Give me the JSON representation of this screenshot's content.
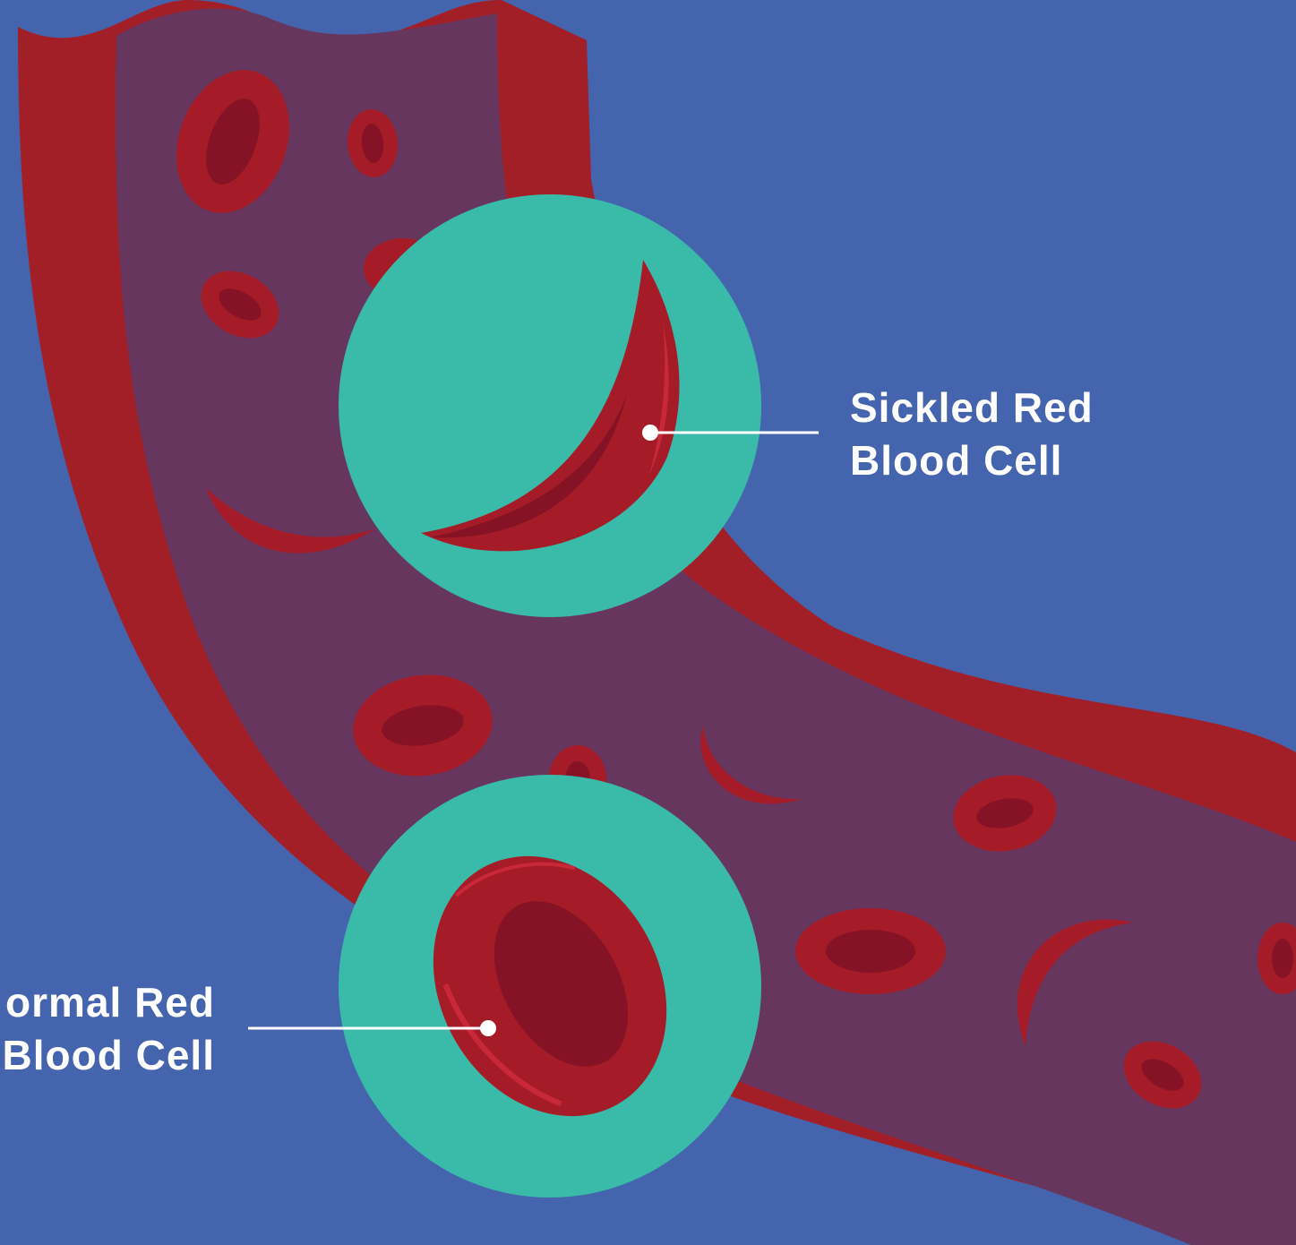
{
  "colors": {
    "background": "#4564ae",
    "vessel_wall": "#a31f27",
    "vessel_lumen": "#67365e",
    "cell_body": "#a51c28",
    "cell_dark": "#851325",
    "cell_highlight": "#c9283a",
    "magnifier": "#3abbaa",
    "label_text": "#ffffff",
    "leader_line": "#ffffff"
  },
  "labels": {
    "sickled": {
      "line1": "Sickled Red",
      "line2": "Blood Cell"
    },
    "normal": {
      "line1": "ormal Red",
      "line2": "Blood Cell"
    }
  },
  "icons": {
    "vessel": "blood-vessel-illustration",
    "sickled_cell": "sickle-cell-icon",
    "normal_cell": "red-blood-cell-icon",
    "magnifier": "magnifier-circle"
  }
}
